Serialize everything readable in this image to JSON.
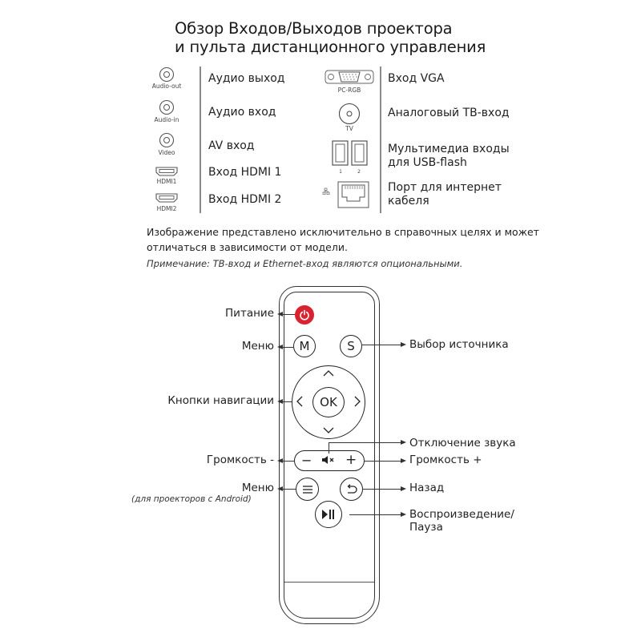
{
  "title": {
    "line1": "Обзор Входов/Выходов проектора",
    "line2": "и пульта дистанционного управления"
  },
  "ports_left": [
    {
      "icon": "audio-jack-icon",
      "caption": "Audio-out",
      "label": "Аудио выход"
    },
    {
      "icon": "audio-jack-icon",
      "caption": "Audio-in",
      "label": "Аудио вход"
    },
    {
      "icon": "audio-jack-icon",
      "caption": "Video",
      "label": "AV вход"
    },
    {
      "icon": "hdmi-port-icon",
      "caption": "HDMI1",
      "label": "Вход HDMI 1"
    },
    {
      "icon": "hdmi-port-icon",
      "caption": "HDMI2",
      "label": "Вход HDMI 2"
    }
  ],
  "ports_right": [
    {
      "icon": "vga-port-icon",
      "caption": "PC-RGB",
      "label": "Вход VGA"
    },
    {
      "icon": "tv-coax-icon",
      "caption": "TV",
      "label": "Аналоговый ТВ-вход"
    },
    {
      "icon": "usb-ports-icon",
      "caption_1": "1",
      "caption_2": "2",
      "label_line1": "Мультимедиа входы",
      "label_line2": "для USB-flash"
    },
    {
      "icon": "ethernet-port-icon",
      "label_line1": "Порт для интернет",
      "label_line2": "кабеля"
    }
  ],
  "disclaimer": {
    "line1": "Изображение представлено исключительно в справочных целях и может",
    "line2": "отличаться в зависимости от модели.",
    "note": "Примечание: ТВ-вход и Ethernet-вход являются опциональными."
  },
  "remote": {
    "buttons": {
      "menu": "M",
      "source": "S",
      "ok": "OK",
      "vol_minus": "−",
      "vol_plus": "+",
      "mute": "◀×"
    },
    "colors": {
      "power": "#d9232e"
    },
    "labels_left": {
      "power": "Питание",
      "menu": "Меню",
      "navigation": "Кнопки навигации",
      "vol_minus": "Громкость -",
      "android_menu": "Меню",
      "android_menu_note": "(для проекторов с Android)"
    },
    "labels_right": {
      "source": "Выбор источника",
      "mute": "Отключение звука",
      "vol_plus": "Громкость +",
      "back": "Назад",
      "play_pause_line1": "Воспроизведение/",
      "play_pause_line2": "Пауза"
    }
  }
}
